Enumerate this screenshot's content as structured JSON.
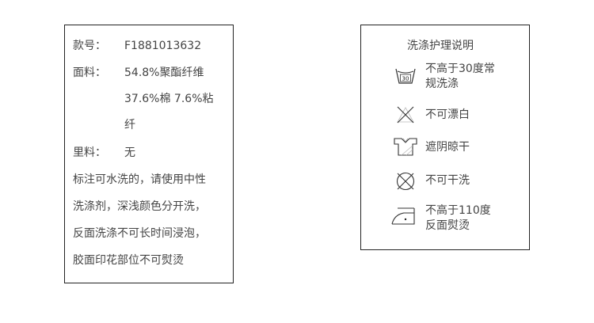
{
  "product": {
    "style_label": "款号：",
    "style_value": "F1881013632",
    "fabric_label": "面料：",
    "fabric_lines": [
      "54.8%聚酯纤维",
      "37.6%棉 7.6%粘",
      "纤"
    ],
    "lining_label": "里料：",
    "lining_value": "无",
    "notes": [
      "标注可水洗的，请使用中性",
      "洗涤剂，深浅颜色分开洗，",
      "反面洗涤不可长时间浸泡，",
      "胶面印花部位不可熨烫"
    ]
  },
  "care": {
    "title": "洗涤护理说明",
    "wash_temp": "30",
    "items": [
      {
        "icon": "wash-30-icon",
        "lines": [
          "不高于30度常",
          "规洗涤"
        ]
      },
      {
        "icon": "no-bleach-icon",
        "lines": [
          "不可漂白"
        ]
      },
      {
        "icon": "shade-dry-icon",
        "lines": [
          "遮阴晾干"
        ]
      },
      {
        "icon": "no-dry-clean-icon",
        "lines": [
          "不可干洗"
        ]
      },
      {
        "icon": "iron-icon",
        "lines": [
          "不高于110度",
          "反面熨烫"
        ]
      }
    ]
  }
}
